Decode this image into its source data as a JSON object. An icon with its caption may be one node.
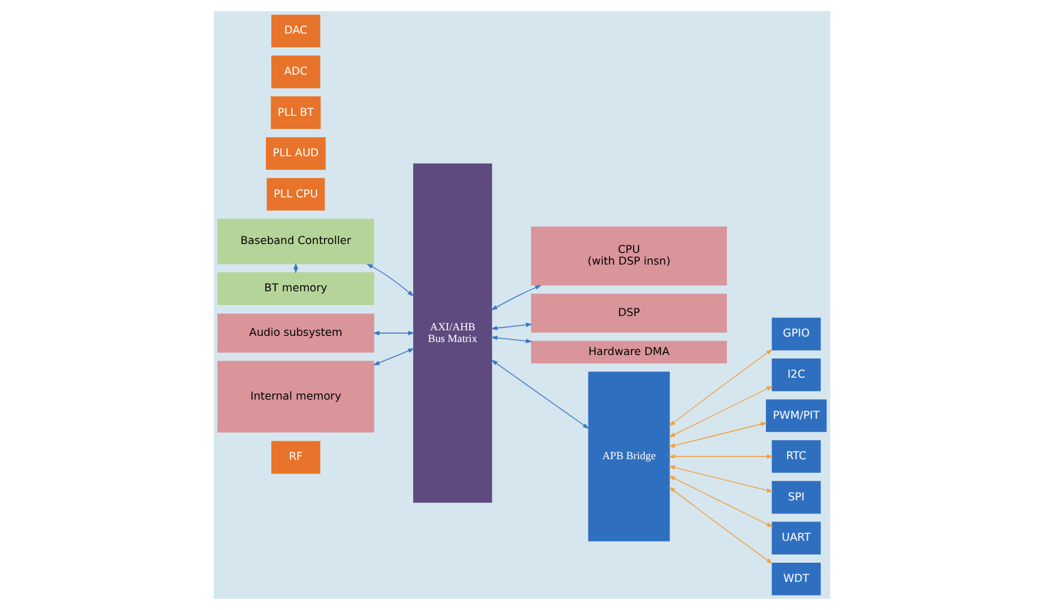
{
  "diagram": {
    "nodes": [
      {
        "text": [
          "RF"
        ]
      },
      {
        "text": [
          "Baseband Controller"
        ]
      },
      {
        "text": [
          "AXI/AHB",
          "Bus Matrix"
        ]
      },
      {
        "text": [
          "CPU",
          "(with DSP insn)"
        ]
      },
      {
        "text": [
          "BT memory"
        ]
      },
      {
        "text": [
          "DSP"
        ]
      },
      {
        "text": [
          "PLL CPU"
        ]
      },
      {
        "text": [
          "PLL AUD"
        ]
      },
      {
        "text": [
          "PLL BT"
        ]
      },
      {
        "text": [
          "Hardware DMA"
        ]
      },
      {
        "text": [
          "ADC"
        ]
      },
      {
        "text": [
          "Audio subsystem"
        ]
      },
      {
        "text": [
          "DAC"
        ]
      },
      {
        "text": [
          "APB Bridge"
        ]
      },
      {
        "text": [
          "GPIO"
        ]
      },
      {
        "text": [
          "I2C"
        ]
      },
      {
        "text": [
          "PWM/PIT"
        ]
      },
      {
        "text": [
          "RTC"
        ]
      },
      {
        "text": [
          "SPI"
        ]
      },
      {
        "text": [
          "UART"
        ]
      },
      {
        "text": [
          "WDT"
        ]
      },
      {
        "text": [
          "Internal memory"
        ]
      }
    ],
    "edges": [
      {
        "from": 1,
        "to": 2,
        "arrow": "both"
      },
      {
        "from": 1,
        "to": 4,
        "arrow": "both"
      },
      {
        "from": 2,
        "to": 3,
        "arrow": "both"
      },
      {
        "from": 2,
        "to": 5,
        "arrow": "both"
      },
      {
        "from": 2,
        "to": 9,
        "arrow": "both"
      },
      {
        "from": 11,
        "to": 2,
        "arrow": "both"
      },
      {
        "from": 2,
        "to": 13,
        "arrow": "both"
      },
      {
        "from": 13,
        "to": 14,
        "arrow": "both",
        "color": "#f0a040"
      },
      {
        "from": 13,
        "to": 15,
        "arrow": "both",
        "color": "#f0a040"
      },
      {
        "from": 13,
        "to": 16,
        "arrow": "both",
        "color": "#f0a040"
      },
      {
        "from": 13,
        "to": 17,
        "arrow": "both",
        "color": "#f0a040"
      },
      {
        "from": 13,
        "to": 18,
        "arrow": "both",
        "color": "#f0a040"
      },
      {
        "from": 13,
        "to": 19,
        "arrow": "both",
        "color": "#f0a040"
      },
      {
        "from": 13,
        "to": 20,
        "arrow": "both",
        "color": "#f0a040"
      },
      {
        "from": 21,
        "to": 2,
        "arrow": "both"
      }
    ]
  }
}
